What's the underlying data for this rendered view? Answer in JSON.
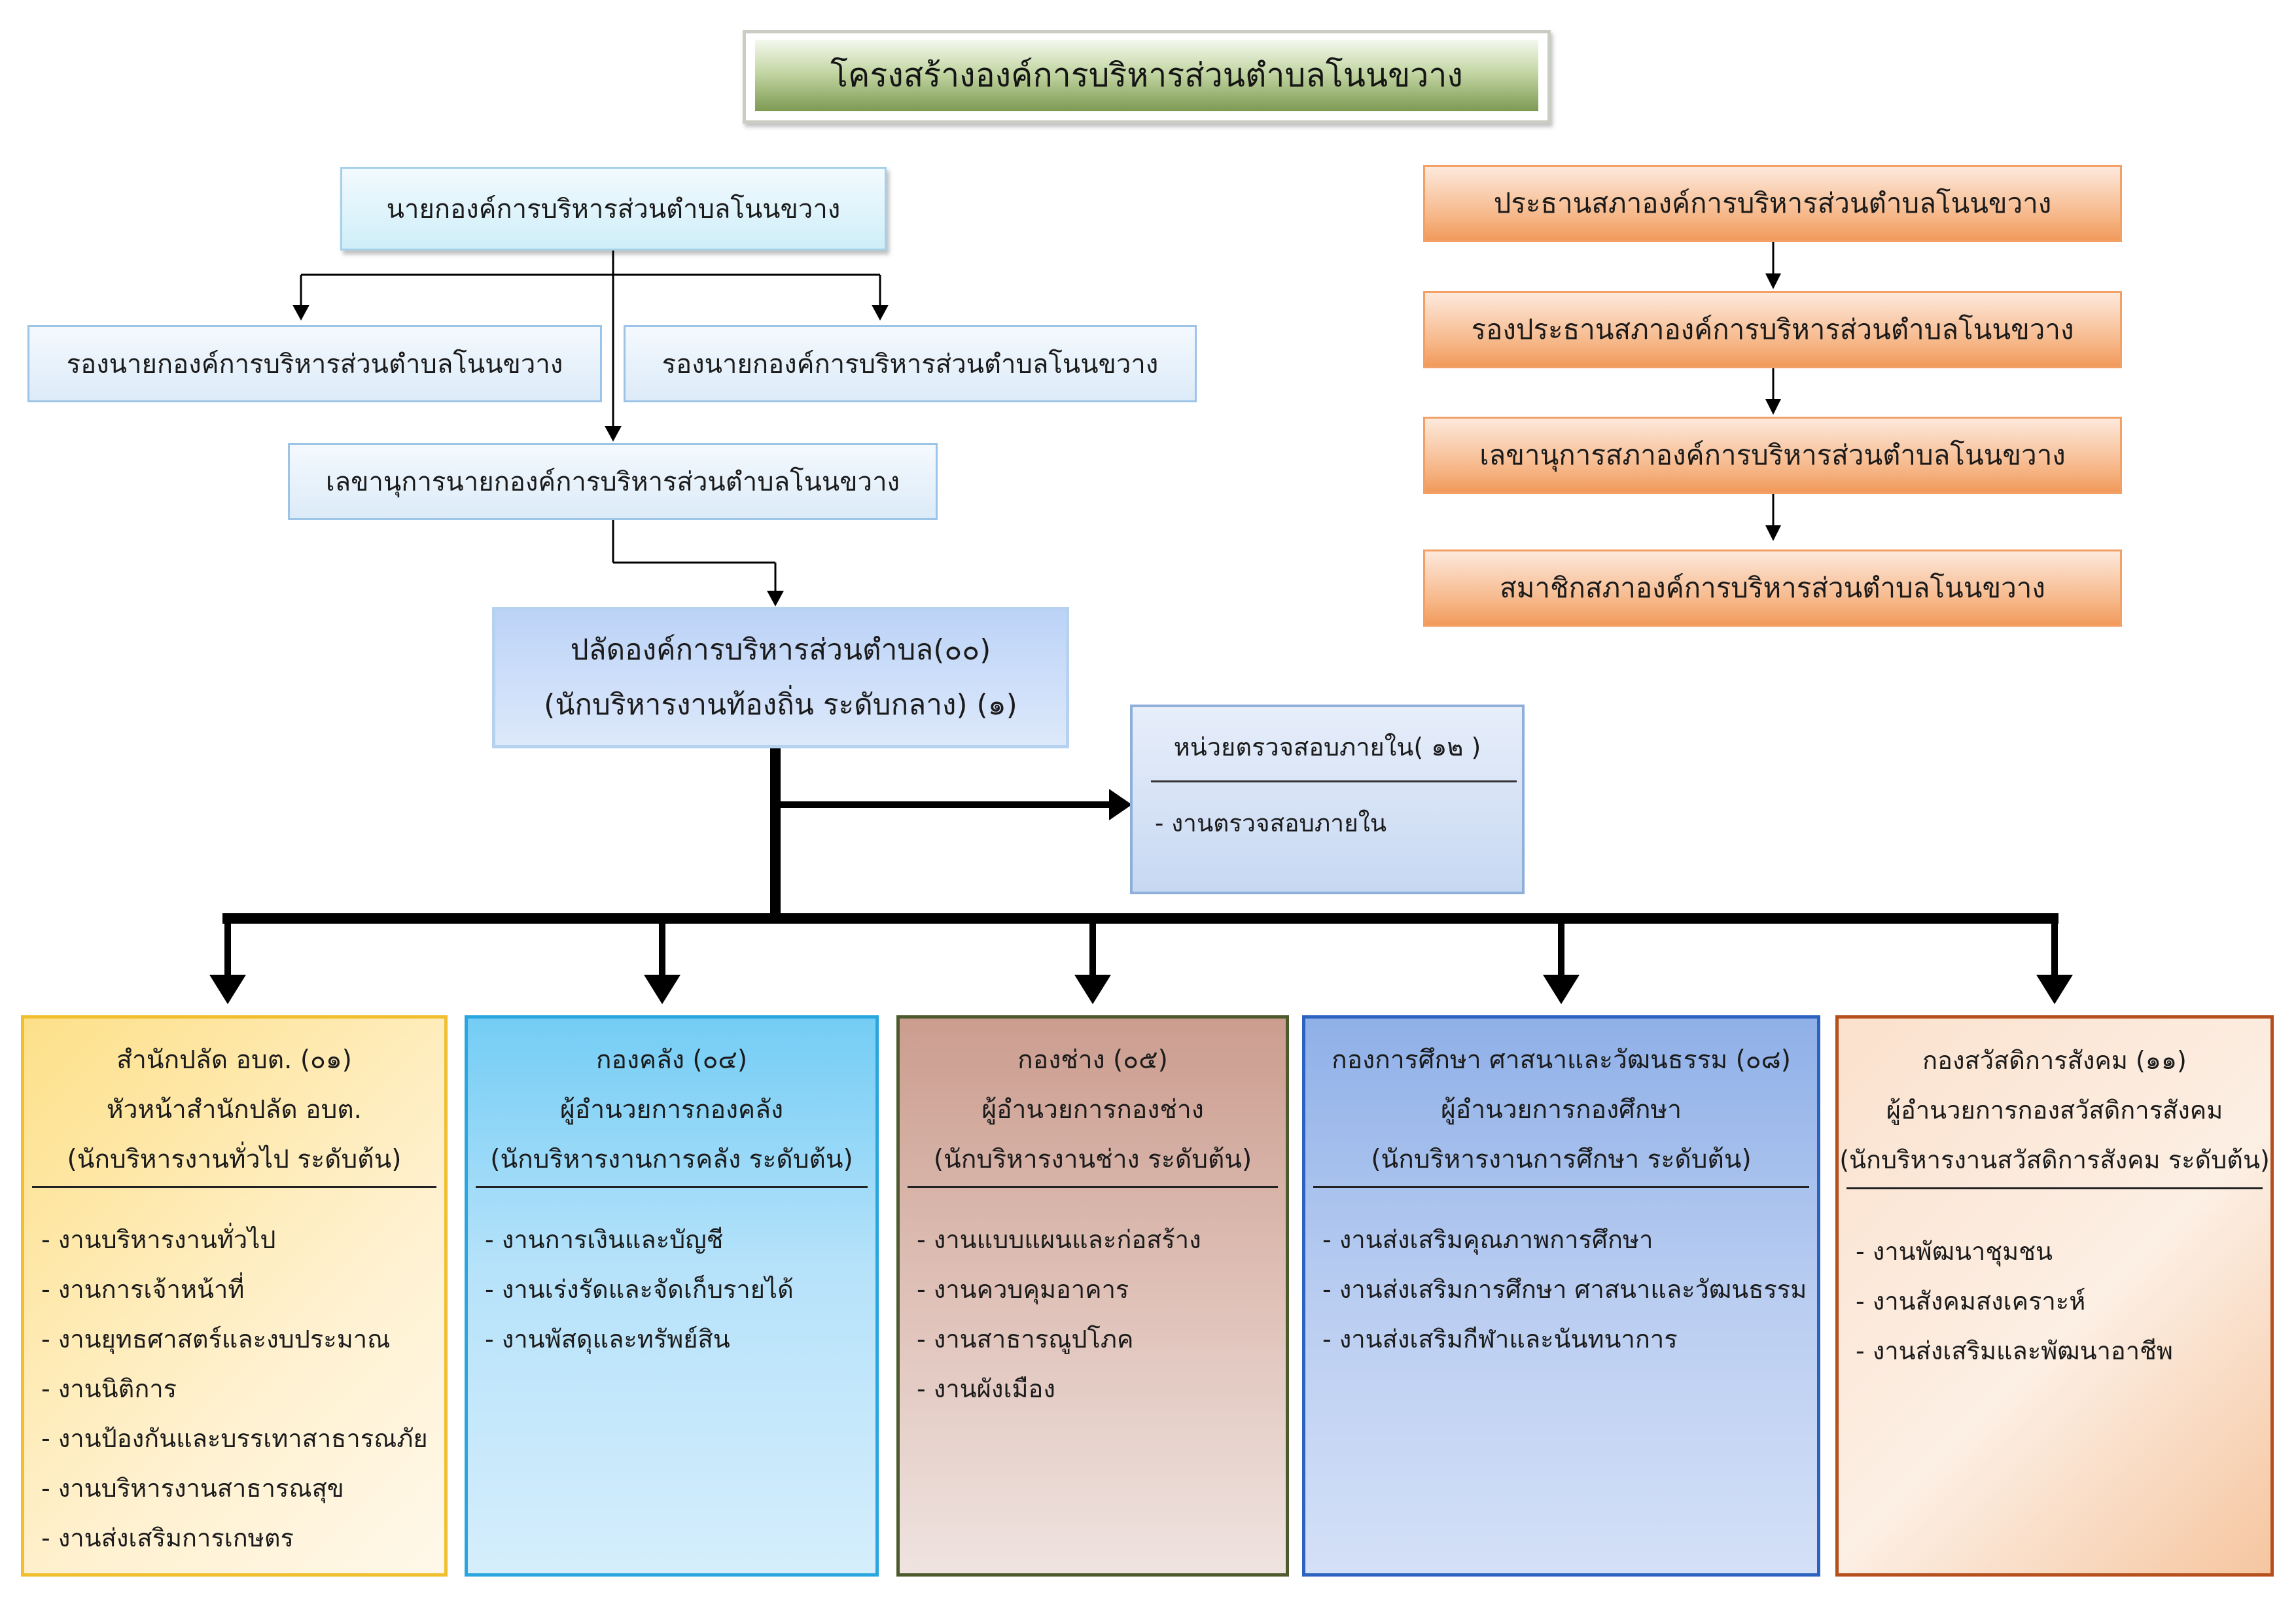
{
  "title": "โครงสร้างองค์การบริหารส่วนตำบลโนนขวาง",
  "executive": {
    "mayor": "นายกองค์การบริหารส่วนตำบลโนนขวาง",
    "deputy_left": "รองนายกองค์การบริหารส่วนตำบลโนนขวาง",
    "deputy_right": "รองนายกองค์การบริหารส่วนตำบลโนนขวาง",
    "secretary": "เลขานุการนายกองค์การบริหารส่วนตำบลโนนขวาง"
  },
  "council": {
    "chair": "ประธานสภาองค์การบริหารส่วนตำบลโนนขวาง",
    "vice_chair": "รองประธานสภาองค์การบริหารส่วนตำบลโนนขวาง",
    "secretary": "เลขานุการสภาองค์การบริหารส่วนตำบลโนนขวาง",
    "members": "สมาชิกสภาองค์การบริหารส่วนตำบลโนนขวาง"
  },
  "permanent_secretary": {
    "line1": "ปลัดองค์การบริหารส่วนตำบล(๐๐)",
    "line2": "(นักบริหารงานท้องถิ่น ระดับกลาง) (๑)"
  },
  "audit": {
    "title": "หน่วยตรวจสอบภายใน( ๑๒ )",
    "item": "- งานตรวจสอบภายใน"
  },
  "departments": [
    {
      "line1": "สำนักปลัด อบต. (๐๑)",
      "line2": "หัวหน้าสำนักปลัด อบต.",
      "line3": "(นักบริหารงานทั่วไป ระดับต้น)",
      "items": [
        "- งานบริหารงานทั่วไป",
        "- งานการเจ้าหน้าที่",
        "- งานยุทธศาสตร์และงบประมาณ",
        "- งานนิติการ",
        "- งานป้องกันและบรรเทาสาธารณภัย",
        "- งานบริหารงานสาธารณสุข",
        "- งานส่งเสริมการเกษตร"
      ]
    },
    {
      "line1": "กองคลัง (๐๔)",
      "line2": "ผู้อำนวยการกองคลัง",
      "line3": "(นักบริหารงานการคลัง ระดับต้น)",
      "items": [
        "- งานการเงินและบัญชี",
        "- งานเร่งรัดและจัดเก็บรายได้",
        "- งานพัสดุและทรัพย์สิน"
      ]
    },
    {
      "line1": "กองช่าง (๐๕)",
      "line2": "ผู้อำนวยการกองช่าง",
      "line3": "(นักบริหารงานช่าง ระดับต้น)",
      "items": [
        "- งานแบบแผนและก่อสร้าง",
        "- งานควบคุมอาคาร",
        "- งานสาธารณูปโภค",
        "- งานผังเมือง"
      ]
    },
    {
      "line1": "กองการศึกษา ศาสนาและวัฒนธรรม (๐๘)",
      "line2": "ผู้อำนวยการกองศึกษา",
      "line3": "(นักบริหารงานการศึกษา ระดับต้น)",
      "items": [
        "- งานส่งเสริมคุณภาพการศึกษา",
        "- งานส่งเสริมการศึกษา ศาสนาและวัฒนธรรม",
        "- งานส่งเสริมกีฬาและนันทนาการ"
      ]
    },
    {
      "line1": "กองสวัสดิการสังคม (๑๑)",
      "line2": "ผู้อำนวยการกองสวัสดิการสังคม",
      "line3": "(นักบริหารงานสวัสดิการสังคม ระดับต้น)",
      "items": [
        "- งานพัฒนาชุมชน",
        "- งานสังคมสงเคราะห์",
        "- งานส่งเสริมและพัฒนาอาชีพ"
      ]
    }
  ]
}
